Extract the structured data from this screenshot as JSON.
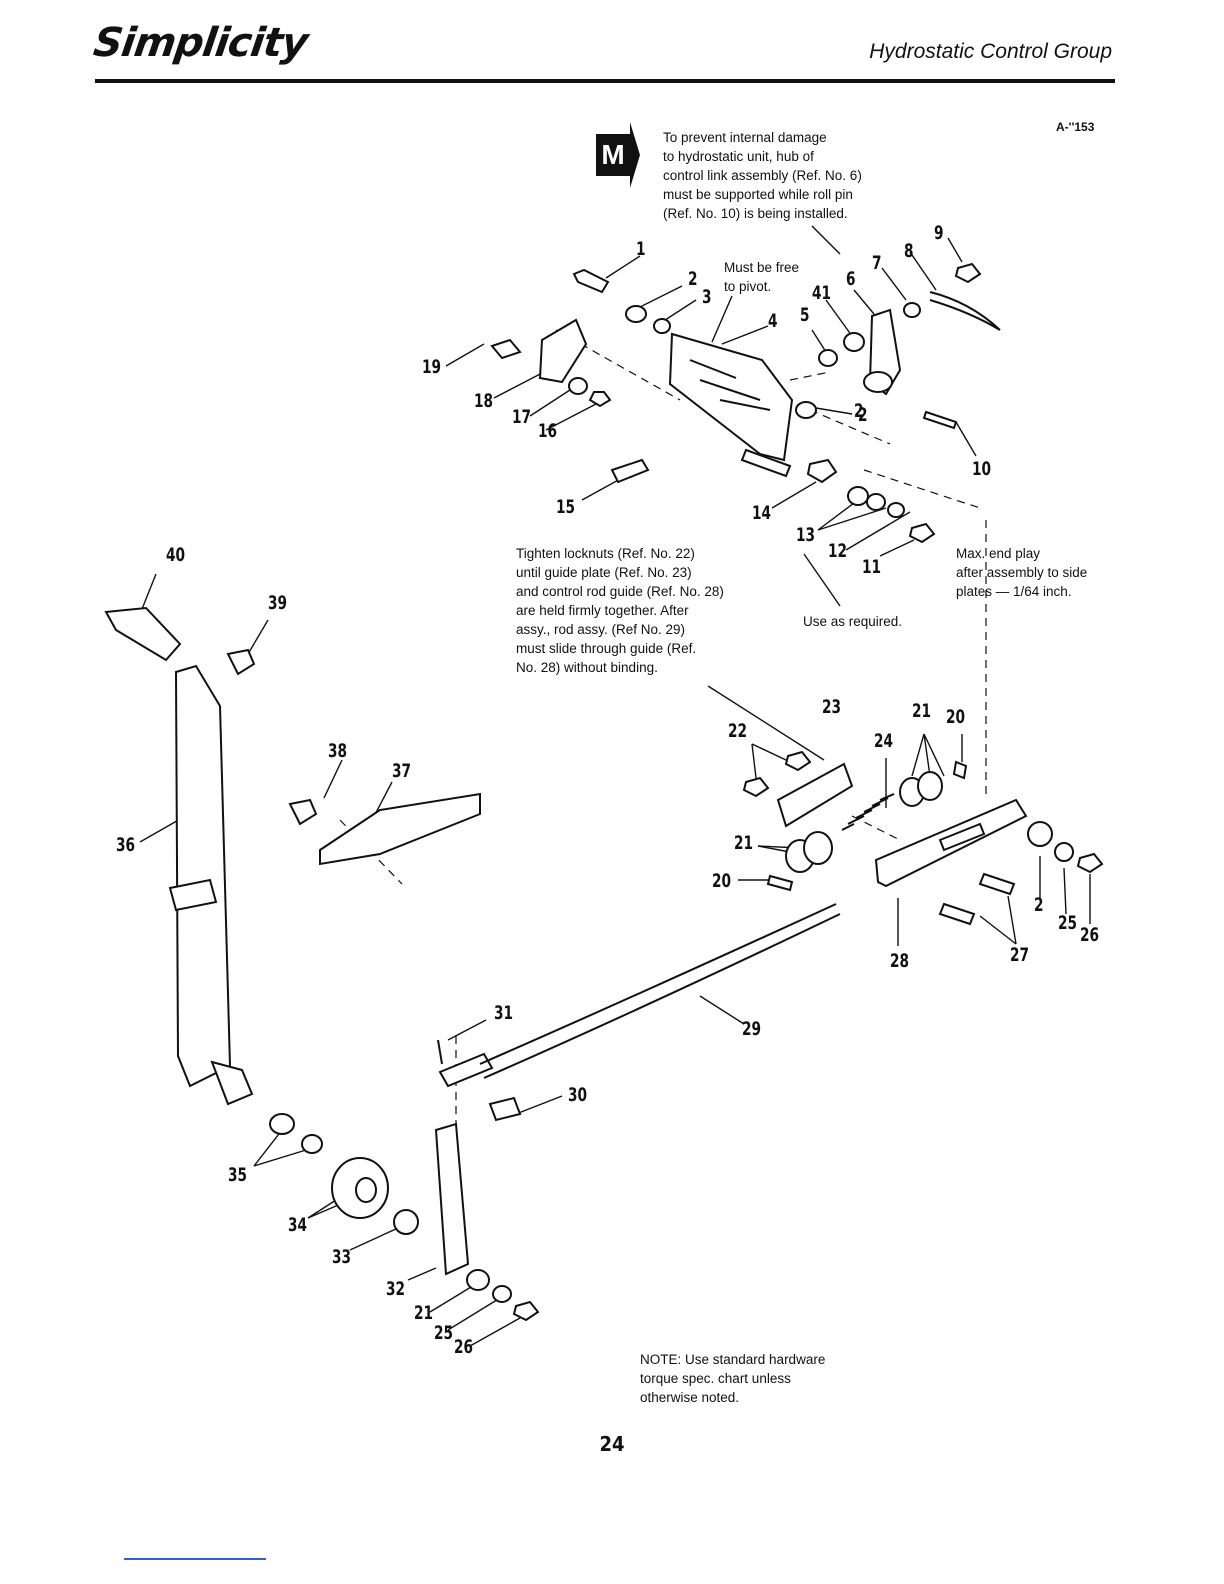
{
  "header": {
    "brand": "Simplicity",
    "title": "Hydrostatic Control Group"
  },
  "warning": {
    "icon_letter": "M",
    "text": "To prevent internal damage\nto hydrostatic unit, hub of\ncontrol link assembly (Ref. No. 6)\nmust be supported while roll pin\n(Ref. No. 10) is being installed."
  },
  "ref_code": "A-''153",
  "notes": {
    "pivot": "Must be free\nto pivot.",
    "end_play": "Max. end play\nafter assembly to side\nplates — 1/64 inch.",
    "as_required": "Use as required.",
    "locknuts": "Tighten locknuts (Ref. No. 22)\nuntil guide plate (Ref. No. 23)\nand control rod guide (Ref. No. 28)\nare held firmly together. After\nassy., rod assy. (Ref No. 29)\nmust slide through guide (Ref.\nNo. 28) without binding.",
    "hardware": "NOTE: Use standard hardware\ntorque spec. chart unless\notherwise noted."
  },
  "part_labels": [
    "1",
    "2",
    "3",
    "2",
    "41",
    "5",
    "6",
    "7",
    "8",
    "9",
    "4",
    "19",
    "18",
    "17",
    "16",
    "2",
    "10",
    "15",
    "14",
    "13",
    "12",
    "11",
    "40",
    "39",
    "38",
    "37",
    "36",
    "23",
    "22",
    "21",
    "20",
    "24",
    "21",
    "20",
    "2",
    "25",
    "26",
    "27",
    "28",
    "29",
    "31",
    "30",
    "35",
    "34",
    "33",
    "32",
    "21",
    "25",
    "26"
  ],
  "page_number": "24"
}
